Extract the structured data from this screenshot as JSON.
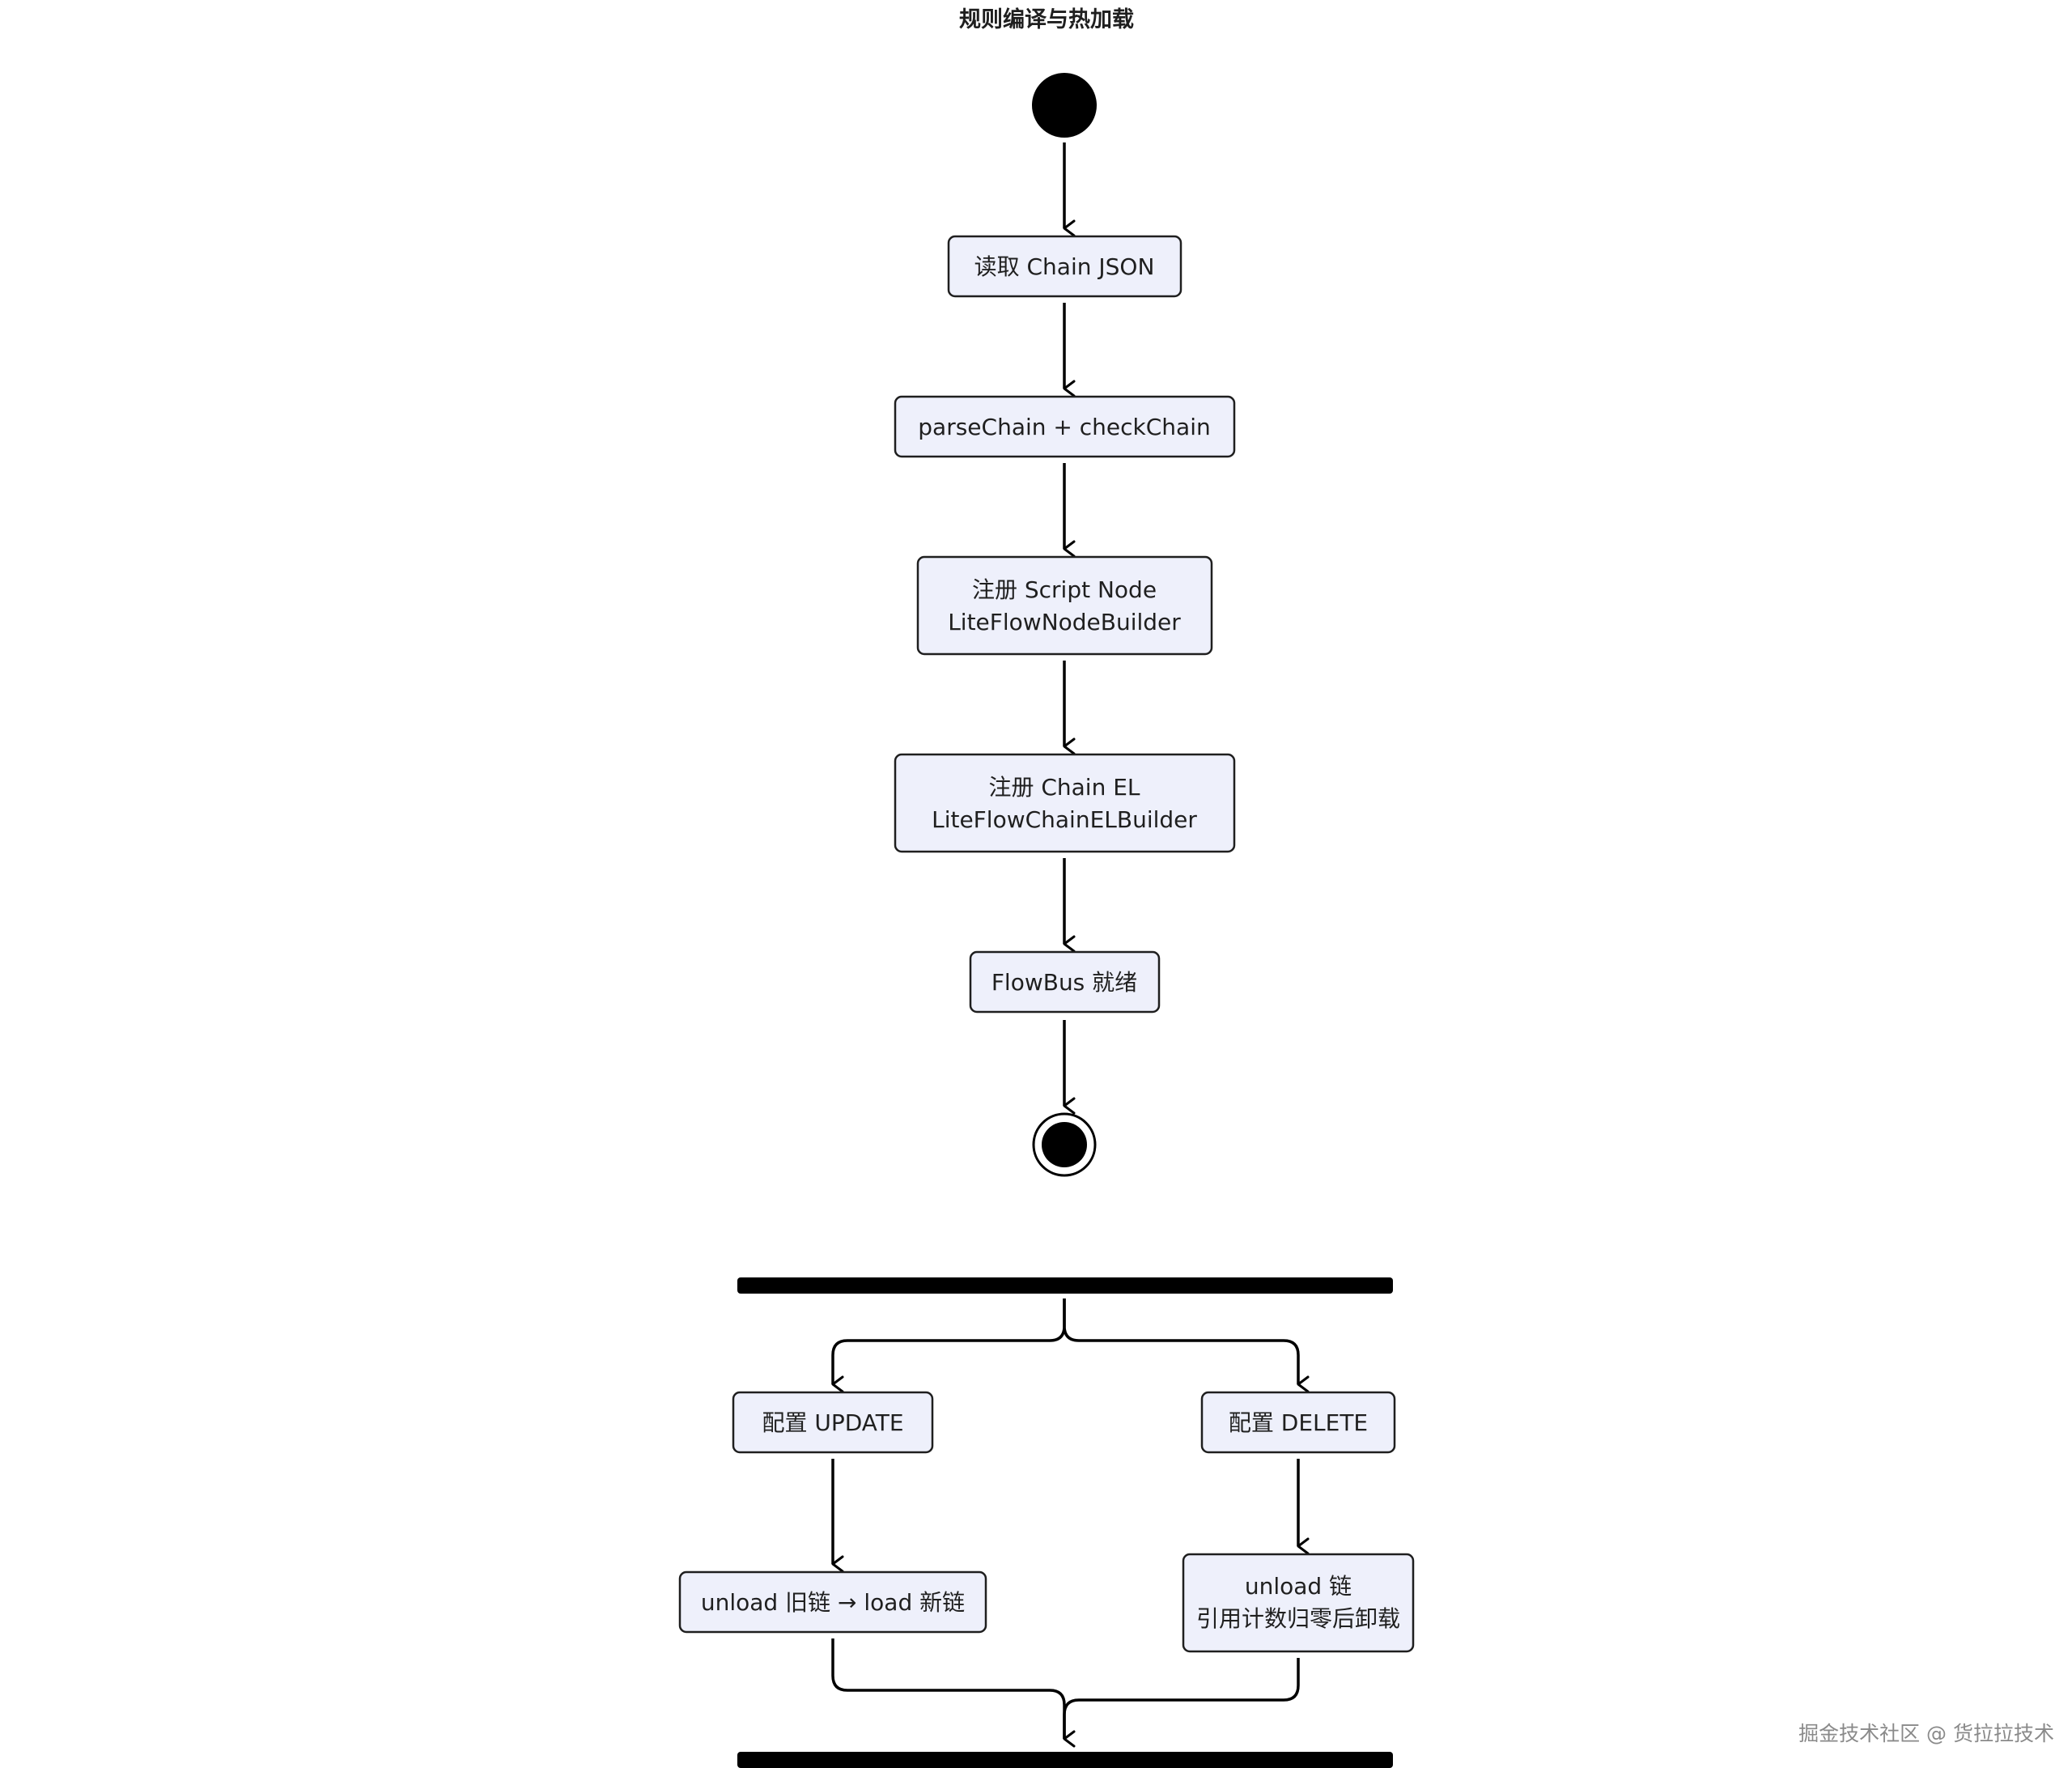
{
  "title": "规则编译与热加载",
  "watermark": "掘金技术社区 @ 货拉拉技术",
  "colors": {
    "node_fill": "#eef0fb",
    "node_stroke": "#1f1f1f",
    "line": "#000000",
    "bar": "#000000"
  },
  "nodes": {
    "read_json": "读取 Chain JSON",
    "parse_check": "parseChain + checkChain",
    "register_script_1": "注册 Script Node",
    "register_script_2": "LiteFlowNodeBuilder",
    "register_chain_1": "注册 Chain EL",
    "register_chain_2": "LiteFlowChainELBuilder",
    "flowbus_ready": "FlowBus 就绪",
    "config_update": "配置 UPDATE",
    "config_delete": "配置 DELETE",
    "unload_load": "unload 旧链 → load 新链",
    "unload_chain_1": "unload 链",
    "unload_chain_2": "引用计数归零后卸载"
  }
}
